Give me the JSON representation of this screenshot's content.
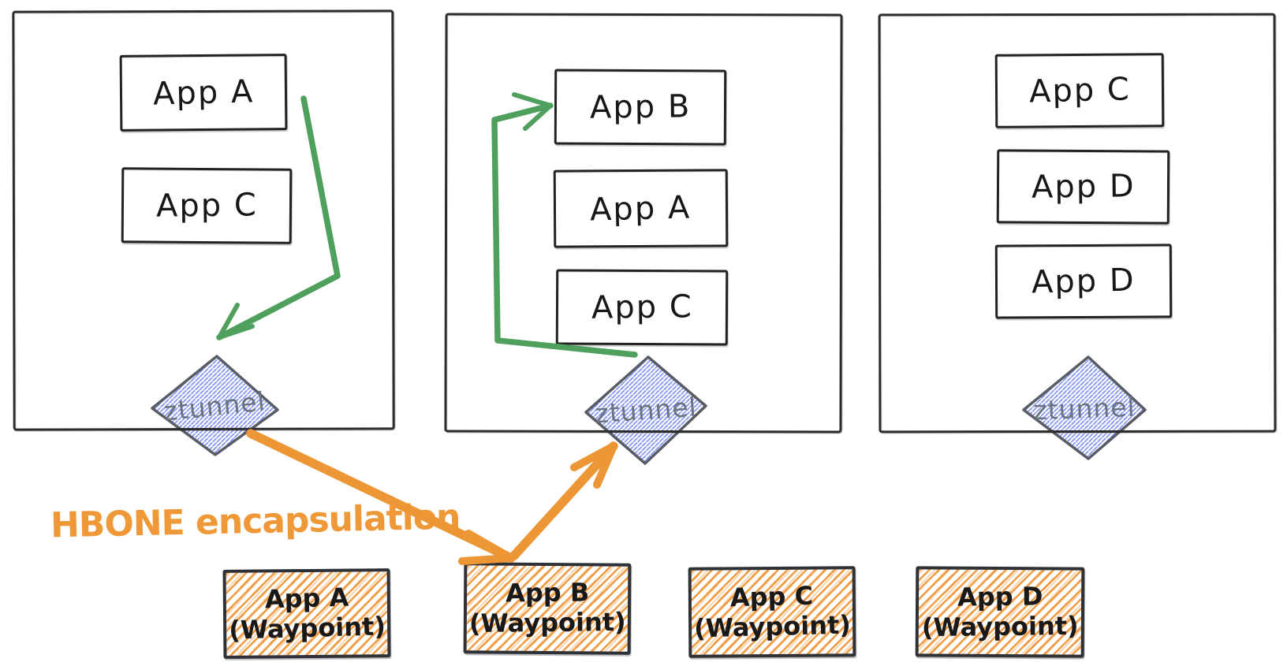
{
  "diagram": {
    "hbone_label": "HBONE encapsulation",
    "colors": {
      "ink": "#2c2c2c",
      "green_arrow": "#4f9f5d",
      "orange_arrow": "#ED9636",
      "orange_text": "#EE9838",
      "blue_hatch": "#7b8ef0",
      "orange_hatch": "#F09434",
      "ztunnel_text": "#6b7280",
      "diamond_border": "#575c66"
    },
    "nodes": [
      {
        "apps": [
          "App A",
          "App C"
        ],
        "ztunnel": "ztunnel"
      },
      {
        "apps": [
          "App B",
          "App A",
          "App C"
        ],
        "ztunnel": "ztunnel"
      },
      {
        "apps": [
          "App C",
          "App D",
          "App D"
        ],
        "ztunnel": "ztunnel"
      }
    ],
    "waypoints": [
      {
        "app": "App A",
        "role": "(Waypoint)"
      },
      {
        "app": "App B",
        "role": "(Waypoint)"
      },
      {
        "app": "App C",
        "role": "(Waypoint)"
      },
      {
        "app": "App D",
        "role": "(Waypoint)"
      }
    ],
    "edges": [
      {
        "from": "App A (node 1)",
        "to": "ztunnel (node 1)",
        "color": "green"
      },
      {
        "from": "ztunnel (node 2)",
        "to": "App B (node 2)",
        "color": "green"
      },
      {
        "from": "ztunnel (node 1)",
        "to": "App B (Waypoint)",
        "color": "orange"
      },
      {
        "from": "App B (Waypoint)",
        "to": "ztunnel (node 2)",
        "color": "orange"
      }
    ]
  }
}
